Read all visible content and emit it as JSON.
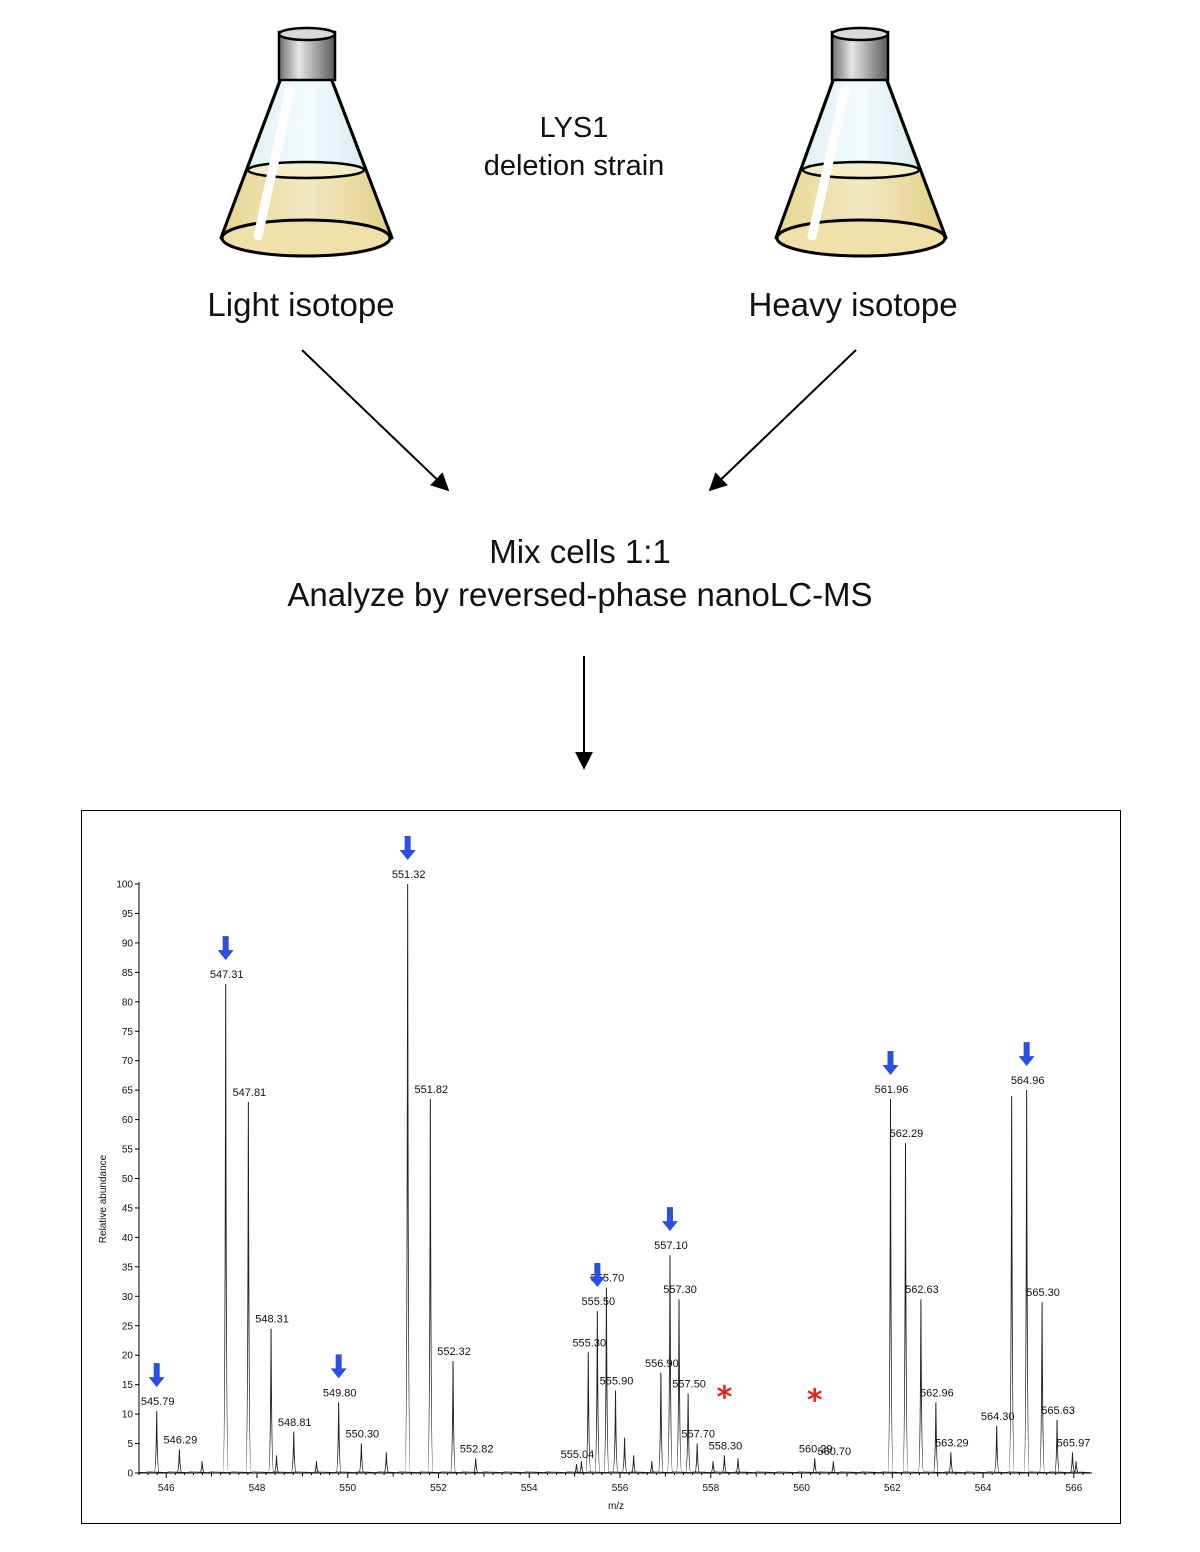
{
  "header": {
    "strain_line1": "LYS1",
    "strain_line2": "deletion strain"
  },
  "flasks": {
    "left_label": "Light isotope",
    "right_label": "Heavy isotope"
  },
  "step": {
    "line1": "Mix cells 1:1",
    "line2": "Analyze by reversed-phase nanoLC-MS"
  },
  "colors": {
    "arrow_marker": "#2b4fe0",
    "star_marker": "#e8251a",
    "liquid": "#e8d9a0",
    "cap": "#9a9a9a"
  },
  "chart_data": {
    "type": "line",
    "xlabel": "m/z",
    "ylabel": "Relative abundance",
    "xlim": [
      545.4,
      566.4
    ],
    "ylim": [
      0,
      100
    ],
    "x_ticks": [
      546,
      548,
      550,
      552,
      554,
      556,
      558,
      560,
      562,
      564,
      566
    ],
    "y_ticks": [
      0,
      5,
      10,
      15,
      20,
      25,
      30,
      35,
      40,
      45,
      50,
      55,
      60,
      65,
      70,
      75,
      80,
      85,
      90,
      95,
      100
    ],
    "peaks": [
      {
        "mz": 545.79,
        "intensity": 10.5,
        "label": "545.79",
        "arrow": true
      },
      {
        "mz": 546.29,
        "intensity": 4,
        "label": "546.29"
      },
      {
        "mz": 546.79,
        "intensity": 2
      },
      {
        "mz": 547.31,
        "intensity": 83,
        "label": "547.31",
        "arrow": true
      },
      {
        "mz": 547.81,
        "intensity": 63,
        "label": "547.81"
      },
      {
        "mz": 548.31,
        "intensity": 24.5,
        "label": "548.31"
      },
      {
        "mz": 548.43,
        "intensity": 3
      },
      {
        "mz": 548.81,
        "intensity": 7,
        "label": "548.81"
      },
      {
        "mz": 549.31,
        "intensity": 2
      },
      {
        "mz": 549.8,
        "intensity": 12,
        "label": "549.80",
        "arrow": true
      },
      {
        "mz": 550.3,
        "intensity": 5,
        "label": "550.30"
      },
      {
        "mz": 550.85,
        "intensity": 3.5
      },
      {
        "mz": 551.32,
        "intensity": 100,
        "label": "551.32",
        "arrow": true
      },
      {
        "mz": 551.82,
        "intensity": 63.5,
        "label": "551.82"
      },
      {
        "mz": 552.32,
        "intensity": 19,
        "label": "552.32"
      },
      {
        "mz": 552.82,
        "intensity": 2.5,
        "label": "552.82"
      },
      {
        "mz": 555.04,
        "intensity": 1.5,
        "label": "555.04"
      },
      {
        "mz": 555.15,
        "intensity": 2
      },
      {
        "mz": 555.3,
        "intensity": 20.5,
        "label": "555.30"
      },
      {
        "mz": 555.5,
        "intensity": 27.5,
        "label": "555.50",
        "arrow": true
      },
      {
        "mz": 555.7,
        "intensity": 31.5,
        "label": "555.70"
      },
      {
        "mz": 555.9,
        "intensity": 14,
        "label": "555.90"
      },
      {
        "mz": 556.1,
        "intensity": 6
      },
      {
        "mz": 556.3,
        "intensity": 3
      },
      {
        "mz": 556.7,
        "intensity": 2
      },
      {
        "mz": 556.9,
        "intensity": 17,
        "label": "556.90"
      },
      {
        "mz": 557.1,
        "intensity": 37,
        "label": "557.10",
        "arrow": true
      },
      {
        "mz": 557.3,
        "intensity": 29.5,
        "label": "557.30"
      },
      {
        "mz": 557.5,
        "intensity": 13.5,
        "label": "557.50"
      },
      {
        "mz": 557.7,
        "intensity": 5,
        "label": "557.70"
      },
      {
        "mz": 558.05,
        "intensity": 2
      },
      {
        "mz": 558.3,
        "intensity": 3,
        "label": "558.30",
        "star": true
      },
      {
        "mz": 558.6,
        "intensity": 2.5
      },
      {
        "mz": 560.29,
        "intensity": 2.5,
        "label": "560.29",
        "star": true
      },
      {
        "mz": 560.7,
        "intensity": 2,
        "label": "560.70"
      },
      {
        "mz": 561.96,
        "intensity": 63.5,
        "label": "561.96",
        "arrow": true
      },
      {
        "mz": 562.29,
        "intensity": 56,
        "label": "562.29"
      },
      {
        "mz": 562.63,
        "intensity": 29.5,
        "label": "562.63"
      },
      {
        "mz": 562.96,
        "intensity": 12,
        "label": "562.96"
      },
      {
        "mz": 563.29,
        "intensity": 3.5,
        "label": "563.29"
      },
      {
        "mz": 564.3,
        "intensity": 8,
        "label": "564.30"
      },
      {
        "mz": 564.63,
        "intensity": 64
      },
      {
        "mz": 564.96,
        "intensity": 65,
        "label": "564.96",
        "arrow": true
      },
      {
        "mz": 565.3,
        "intensity": 29,
        "label": "565.30"
      },
      {
        "mz": 565.63,
        "intensity": 9,
        "label": "565.63"
      },
      {
        "mz": 565.97,
        "intensity": 3.5,
        "label": "565.97"
      },
      {
        "mz": 566.05,
        "intensity": 2
      }
    ]
  }
}
